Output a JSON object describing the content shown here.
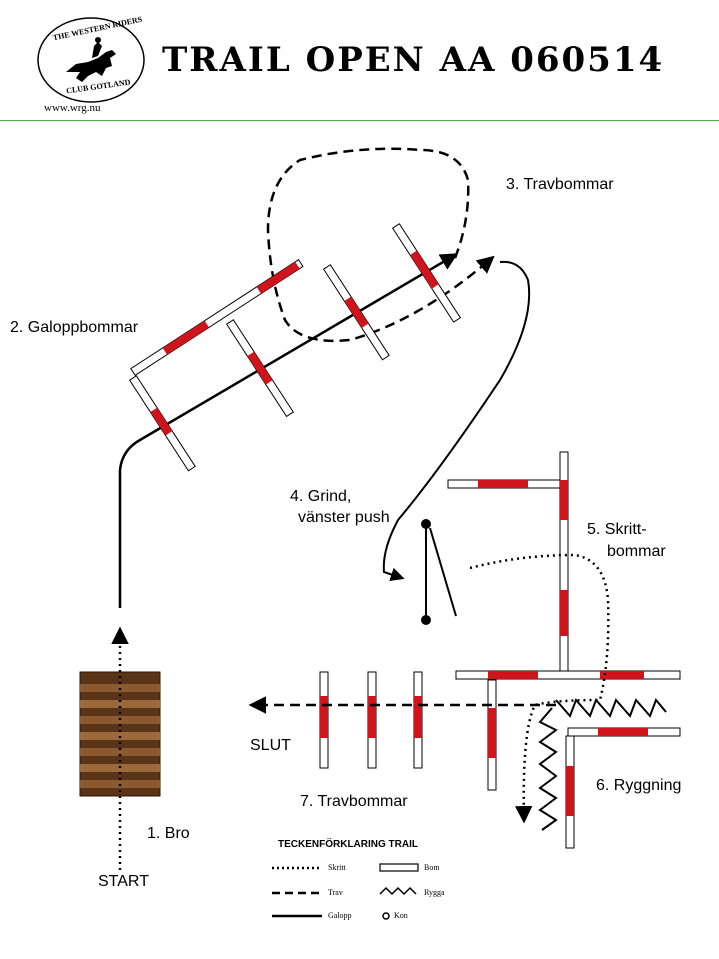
{
  "header": {
    "logo_text_top": "THE WESTERN RIDERS",
    "logo_text_bottom": "CLUB GOTLAND",
    "logo_url": "www.wrg.nu",
    "title": "TRAIL OPEN AA 060514",
    "rule_color": "#4caf50"
  },
  "obstacles": {
    "bro": "1. Bro",
    "galoppbommar": "2. Galoppbommar",
    "travbommar_3": "3. Travbommar",
    "grind_line1": "4. Grind,",
    "grind_line2": "vänster push",
    "skritt_line1": "5. Skritt-",
    "skritt_line2": "bommar",
    "ryggning": "6. Ryggning",
    "travbommar_7": "7. Travbommar",
    "start": "START",
    "slut": "SLUT"
  },
  "legend": {
    "title": "TECKENFÖRKLARING TRAIL",
    "skritt": "Skritt",
    "trav": "Trav",
    "galopp": "Galopp",
    "bom": "Bom",
    "rygga": "Rygga",
    "kon": "Kon"
  },
  "colors": {
    "pole_red": "#d0141c",
    "bridge_dark": "#4a2a12",
    "bridge_light": "#9a6a3c",
    "line": "#000000"
  }
}
